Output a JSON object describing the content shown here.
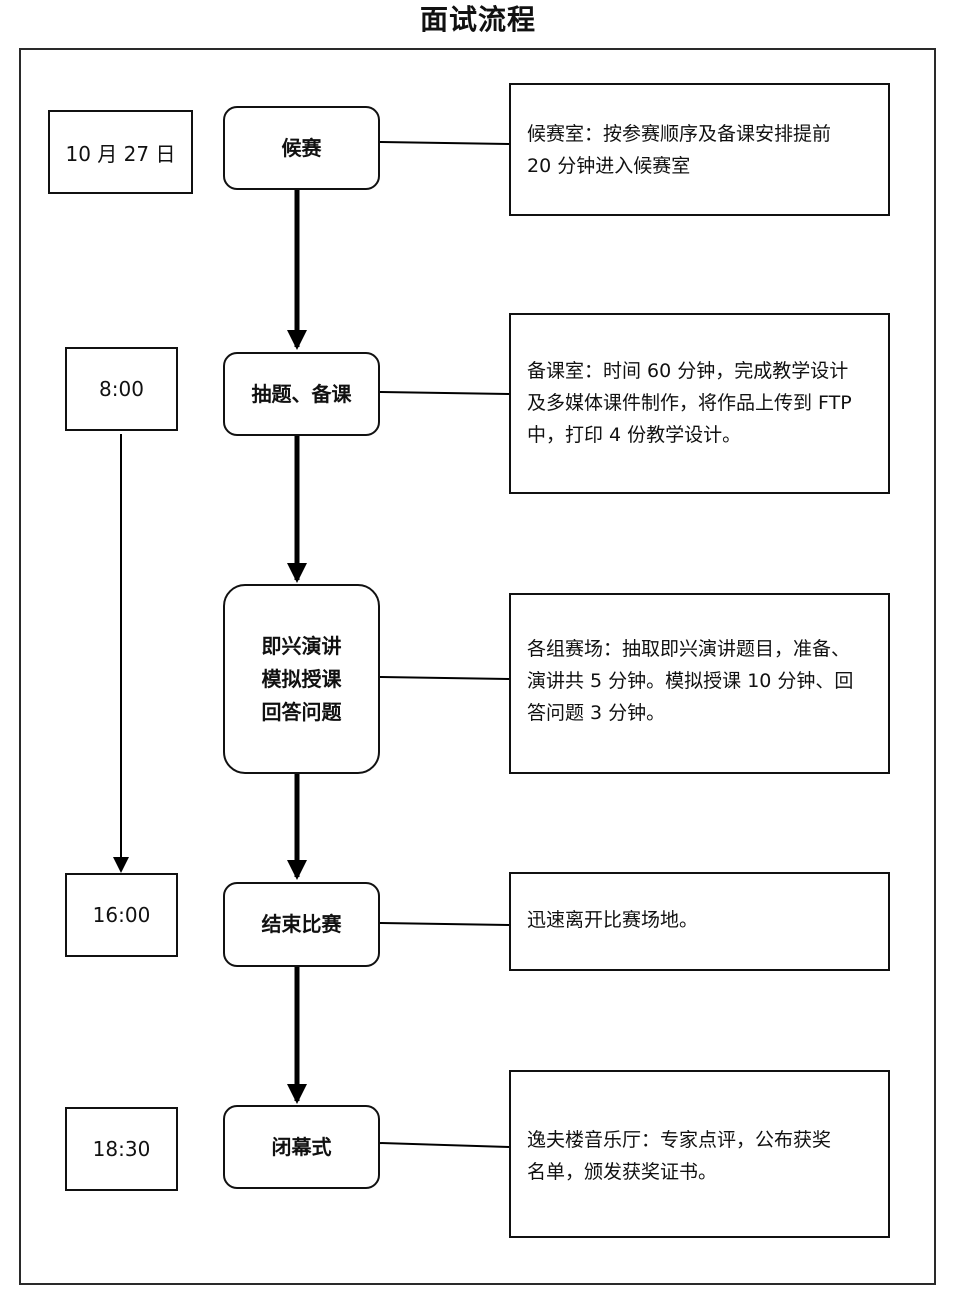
{
  "title": "面试流程",
  "times": {
    "date": "10 月 27 日",
    "t1": "8:00",
    "t2": "16:00",
    "t3": "18:30"
  },
  "steps": {
    "s1": {
      "label": "候赛"
    },
    "s2": {
      "label": "抽题、备课"
    },
    "s3": {
      "lines": [
        "即兴演讲",
        "模拟授课",
        "回答问题"
      ]
    },
    "s4": {
      "label": "结束比赛"
    },
    "s5": {
      "label": "闭幕式"
    }
  },
  "descriptions": {
    "d1": [
      "候赛室：按参赛顺序及备课安排提前",
      "20 分钟进入候赛室"
    ],
    "d2": [
      "备课室：时间 60 分钟，完成教学设计",
      "及多媒体课件制作，将作品上传到 FTP",
      "中，打印 4 份教学设计。"
    ],
    "d3": [
      "各组赛场：抽取即兴演讲题目，准备、",
      "演讲共 5 分钟。模拟授课 10 分钟、回",
      "答问题 3 分钟。"
    ],
    "d4": [
      "迅速离开比赛场地。"
    ],
    "d5": [
      "逸夫楼音乐厅：专家点评，公布获奖",
      "名单，颁发获奖证书。"
    ]
  }
}
